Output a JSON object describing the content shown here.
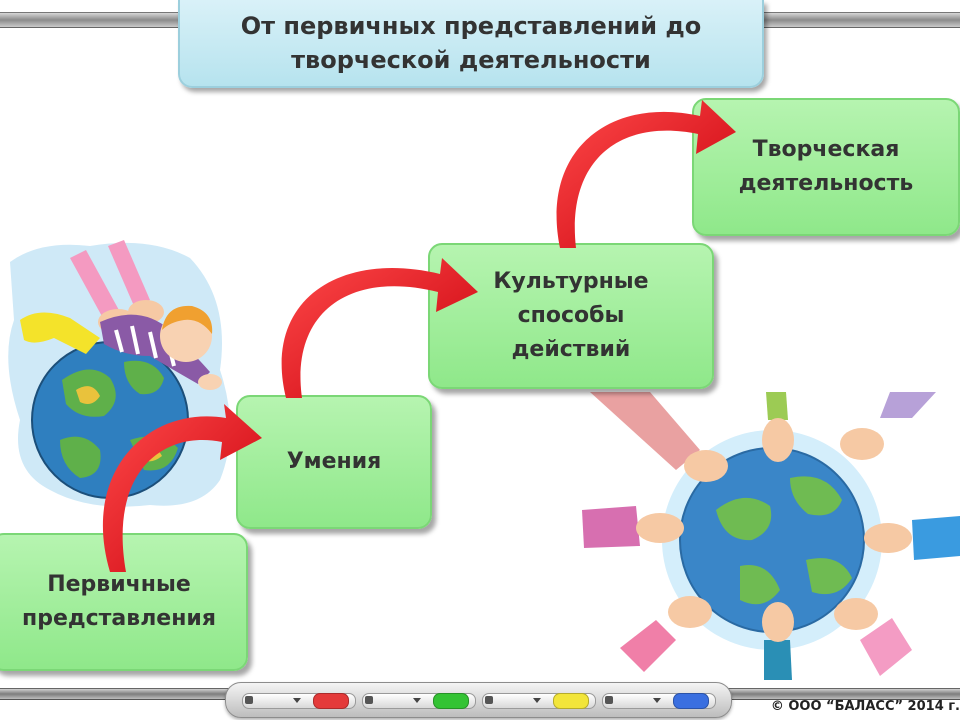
{
  "title": {
    "line1": "От первичных представлений до",
    "line2": "творческой деятельности"
  },
  "steps": [
    {
      "label": "Первичные\nпредставления"
    },
    {
      "label": "Умения"
    },
    {
      "label": "Культурные\nспособы\nдействий"
    },
    {
      "label": "Творческая\nдеятельность"
    }
  ],
  "footer": {
    "copyright": "© ООО “БАЛАСС” 2014 г."
  },
  "colors": {
    "step_fill": "#9af094",
    "title_fill": "#c4e9f3",
    "arrow": "#e0141e",
    "globe_water": "#3a86c8",
    "globe_land": "#5fb04a",
    "marker_caps": [
      "#e43a3a",
      "#34c334",
      "#f2e53a",
      "#3a6fe0"
    ]
  },
  "illustrations": {
    "left": "child-on-globe-illustration",
    "right": "hands-around-globe-illustration"
  }
}
